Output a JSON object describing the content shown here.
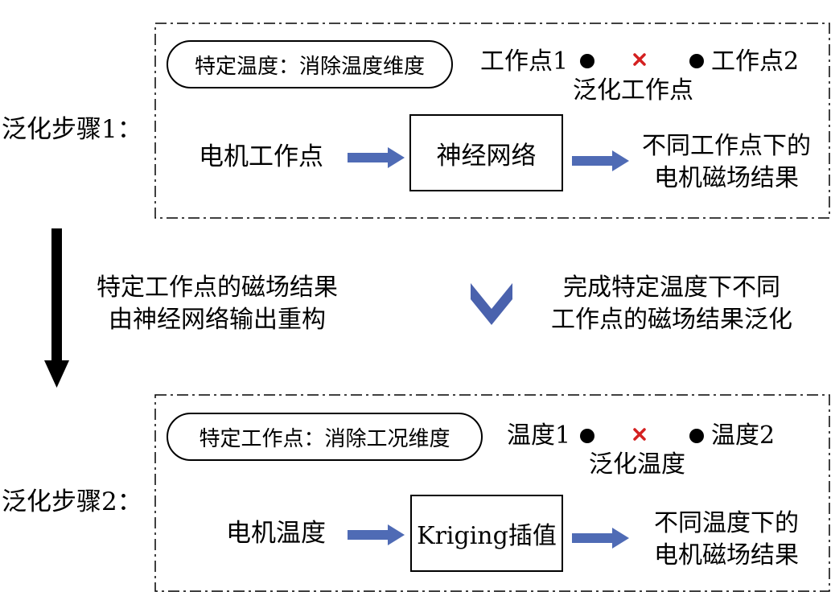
{
  "step1": {
    "label": "泛化步骤1：",
    "oval": "特定温度：消除温度维度",
    "point_left": "工作点1",
    "point_right": "工作点2",
    "generalized_point": "泛化工作点",
    "input": "电机工作点",
    "model": "神经网络",
    "output_line1": "不同工作点下的",
    "output_line2": "电机磁场结果"
  },
  "middle": {
    "left_line1": "特定工作点的磁场结果",
    "left_line2": "由神经网络输出重构",
    "right_line1": "完成特定温度下不同",
    "right_line2": "工作点的磁场结果泛化"
  },
  "step2": {
    "label": "泛化步骤2：",
    "oval": "特定工作点：消除工况维度",
    "point_left": "温度1",
    "point_right": "温度2",
    "generalized_point": "泛化温度",
    "input": "电机温度",
    "model": "Kriging插值",
    "output_line1": "不同温度下的",
    "output_line2": "电机磁场结果"
  },
  "colors": {
    "arrow_blue": "#4f6bb5",
    "chevron_blue": "#4a62ad",
    "cross_red": "#d42020"
  }
}
